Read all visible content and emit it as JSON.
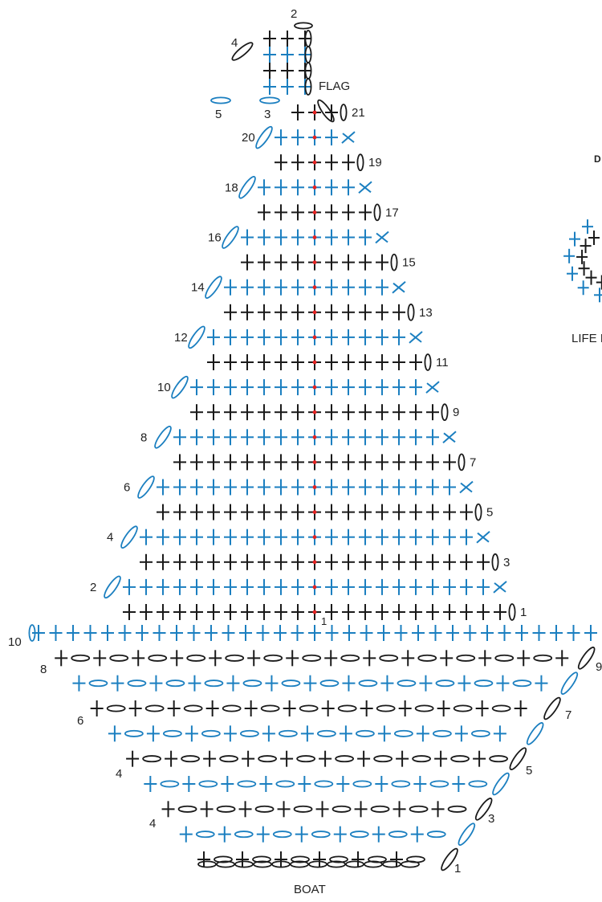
{
  "diagram": {
    "labels": {
      "flag": "FLAG",
      "boat": "BOAT",
      "life_ring": "LIFE R",
      "cut_heading": "D"
    },
    "sail_rows": [
      "1",
      "2",
      "3",
      "4",
      "5",
      "6",
      "7",
      "8",
      "9",
      "10",
      "11",
      "12",
      "13",
      "14",
      "15",
      "16",
      "17",
      "18",
      "19",
      "20",
      "21"
    ],
    "flag_rows": [
      "2",
      "3",
      "4",
      "5"
    ],
    "boat_rows": [
      "1",
      "3",
      "4",
      "5",
      "6",
      "7",
      "8",
      "9",
      "10"
    ],
    "start_marker": "1",
    "colors": {
      "black": "#1a1a1a",
      "blue": "#1b7fc0",
      "marker": "#e52222"
    }
  }
}
